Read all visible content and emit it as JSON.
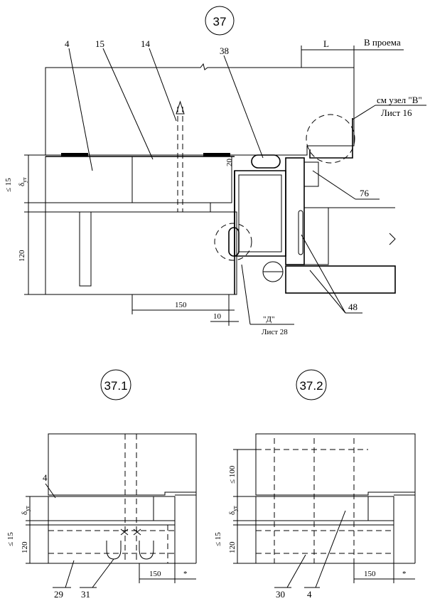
{
  "details": {
    "main": {
      "number": "37"
    },
    "sub1": {
      "number": "37.1"
    },
    "sub2": {
      "number": "37.2"
    }
  },
  "labels": {
    "l4": "4",
    "l15": "15",
    "l14": "14",
    "l38": "38",
    "dim_L": "L",
    "v_proema": "В проема",
    "see_node": "см  узел \"В\"",
    "sheet16": "Лист 16",
    "d20": "20",
    "l76": "76",
    "le15": "≤ 15",
    "delta": "δ",
    "delta_sub": "ут",
    "d120": "120",
    "d150": "150",
    "d10": "10",
    "node_d": "\"Д\"",
    "sheet28": "Лист 28",
    "l48": "48",
    "sub1_4": "4",
    "sub1_29": "29",
    "sub1_31": "31",
    "sub2_30": "30",
    "sub2_4": "4",
    "le100": "≤ 100",
    "star": "*"
  },
  "colors": {
    "ink": "#000000",
    "paper": "#ffffff"
  }
}
